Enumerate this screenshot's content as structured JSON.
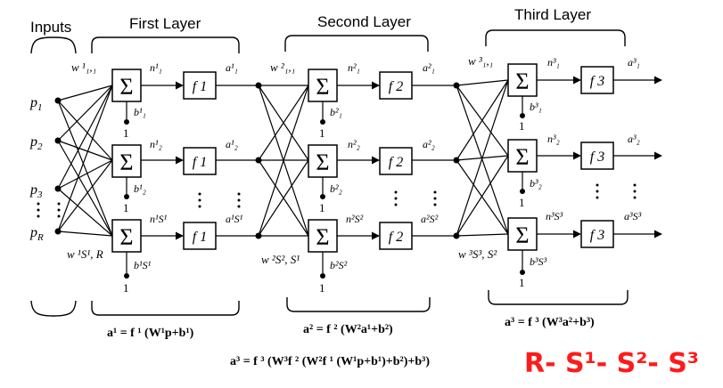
{
  "headers": {
    "inputs": "Inputs",
    "first": "First Layer",
    "second": "Second Layer",
    "third": "Third Layer"
  },
  "inputs": {
    "p1": "p",
    "p1_sub": "1",
    "p2": "p",
    "p2_sub": "2",
    "p3": "p",
    "p3_sub": "3",
    "pR": "p",
    "pR_sub": "R"
  },
  "sum_symbol": "Σ",
  "bias_one": "1",
  "layer1": {
    "w_top": "w ¹₁,₁",
    "w_bottom": "w ¹S¹, R",
    "n": [
      "n¹₁",
      "n¹₂",
      "n¹S¹"
    ],
    "f": "f 1",
    "a": [
      "a¹₁",
      "a¹₂",
      "a¹S¹"
    ],
    "b": [
      "b¹₁",
      "b¹₂",
      "b¹S¹"
    ]
  },
  "layer2": {
    "w_top": "w ²₁,₁",
    "w_bottom": "w ²S², S¹",
    "n": [
      "n²₁",
      "n²₂",
      "n²S²"
    ],
    "f": "f 2",
    "a": [
      "a²₁",
      "a²₂",
      "a²S²"
    ],
    "b": [
      "b²₁",
      "b²₂",
      "b²S²"
    ]
  },
  "layer3": {
    "w_top": "w ³₁,₁",
    "w_bottom": "w ³S³, S²",
    "n": [
      "n³₁",
      "n³₂",
      "n³S³"
    ],
    "f": "f 3",
    "a": [
      "a³₁",
      "a³₂",
      "a³S³"
    ],
    "b": [
      "b³₁",
      "b³₂",
      "b³S³"
    ]
  },
  "equations": {
    "layer1": "a¹ = f ¹ (W¹p+b¹)",
    "layer2": "a² = f ² (W²a¹+b²)",
    "layer3": "a³ = f ³ (W³a²+b³)",
    "overall": "a³ = f ³ (W³f ² (W²f ¹ (W¹p+b¹)+b²)+b³)"
  },
  "annotation": {
    "text": "R- S¹- S²- S³",
    "color": "#ff1a1a"
  }
}
